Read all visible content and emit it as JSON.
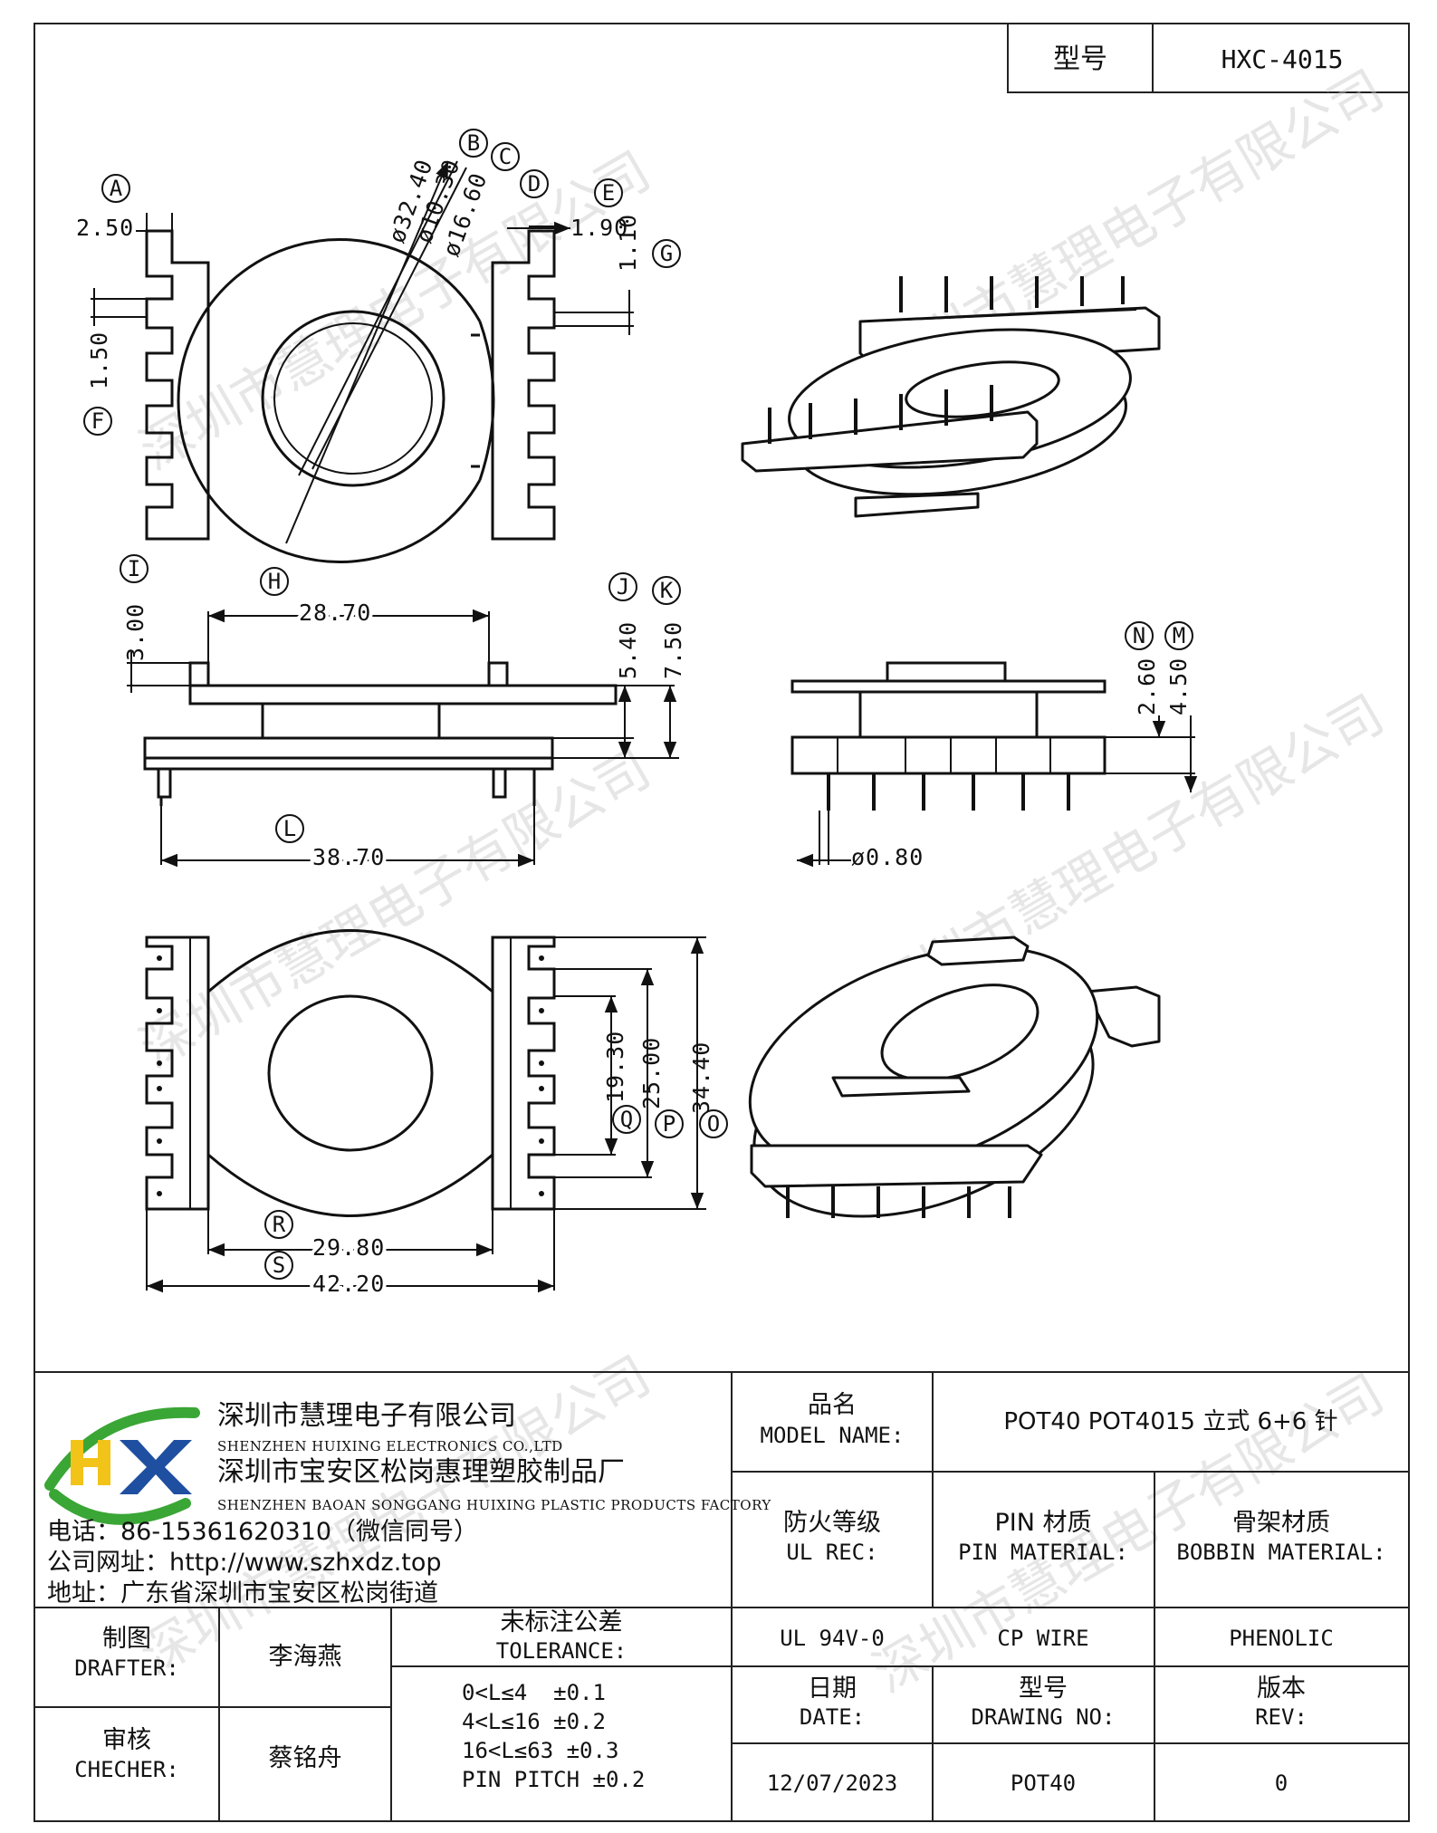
{
  "header": {
    "model_label": "型号",
    "model_value": "HXC-4015"
  },
  "dimensions": {
    "A": "2.50",
    "B": "ø32.40",
    "C": "ø10.30",
    "D": "ø16.60",
    "E": "1.90",
    "F": "1.50",
    "G": "1.10",
    "H": "28.70",
    "I": "3.00",
    "J": "5.40",
    "K": "7.50",
    "L": "38.70",
    "M": "4.50",
    "N": "2.60",
    "pin_dia": "ø0.80",
    "O": "34.40",
    "P": "25.00",
    "Q": "19.30",
    "R": "29.80",
    "S": "42.20"
  },
  "letters": [
    "A",
    "B",
    "C",
    "D",
    "E",
    "F",
    "G",
    "H",
    "I",
    "J",
    "K",
    "L",
    "M",
    "N",
    "O",
    "P",
    "Q",
    "R",
    "S"
  ],
  "company": {
    "name_cn": "深圳市慧理电子有限公司",
    "name_en": "SHENZHEN HUIXING ELECTRONICS CO.,LTD",
    "factory_cn": "深圳市宝安区松岗惠理塑胶制品厂",
    "factory_en": "SHENZHEN BAOAN SONGGANG HUIXING PLASTIC PRODUCTS FACTORY",
    "phone": "电话：86-15361620310（微信同号）",
    "website": "公司网址：http://www.szhxdz.top",
    "address": "地址：广东省深圳市宝安区松岗街道",
    "logo_text": "HX",
    "watermark": "深圳市慧理电子有限公司"
  },
  "colors": {
    "logo_green": "#3aa635",
    "logo_yellow": "#f2c318",
    "logo_blue": "#1f4fa0"
  },
  "title_block": {
    "model_name_cn": "品名",
    "model_name_en": "MODEL NAME:",
    "model_name_value": "POT40 POT4015 立式 6+6 针",
    "ul_cn": "防火等级",
    "ul_en": "UL REC:",
    "pin_cn": "PIN 材质",
    "pin_en": "PIN MATERIAL:",
    "bobbin_cn": "骨架材质",
    "bobbin_en": "BOBBIN MATERIAL:",
    "ul_value": "UL 94V-0",
    "pin_value": "CP WIRE",
    "bobbin_value": "PHENOLIC",
    "drafter_cn": "制图",
    "drafter_en": "DRAFTER:",
    "drafter_value": "李海燕",
    "checker_cn": "审核",
    "checker_en": "CHECHER:",
    "checker_value": "蔡铭舟",
    "tol_cn": "未标注公差",
    "tol_en": "TOLERANCE:",
    "tol_lines": [
      "0<L≤4  ±0.1",
      "4<L≤16 ±0.2",
      "16<L≤63 ±0.3",
      "PIN PITCH ±0.2"
    ],
    "date_cn": "日期",
    "date_en": "DATE:",
    "date_value": "12/07/2023",
    "drawing_cn": "型号",
    "drawing_en": "DRAWING NO:",
    "drawing_value": "POT40",
    "rev_cn": "版本",
    "rev_en": "REV:",
    "rev_value": "0"
  }
}
